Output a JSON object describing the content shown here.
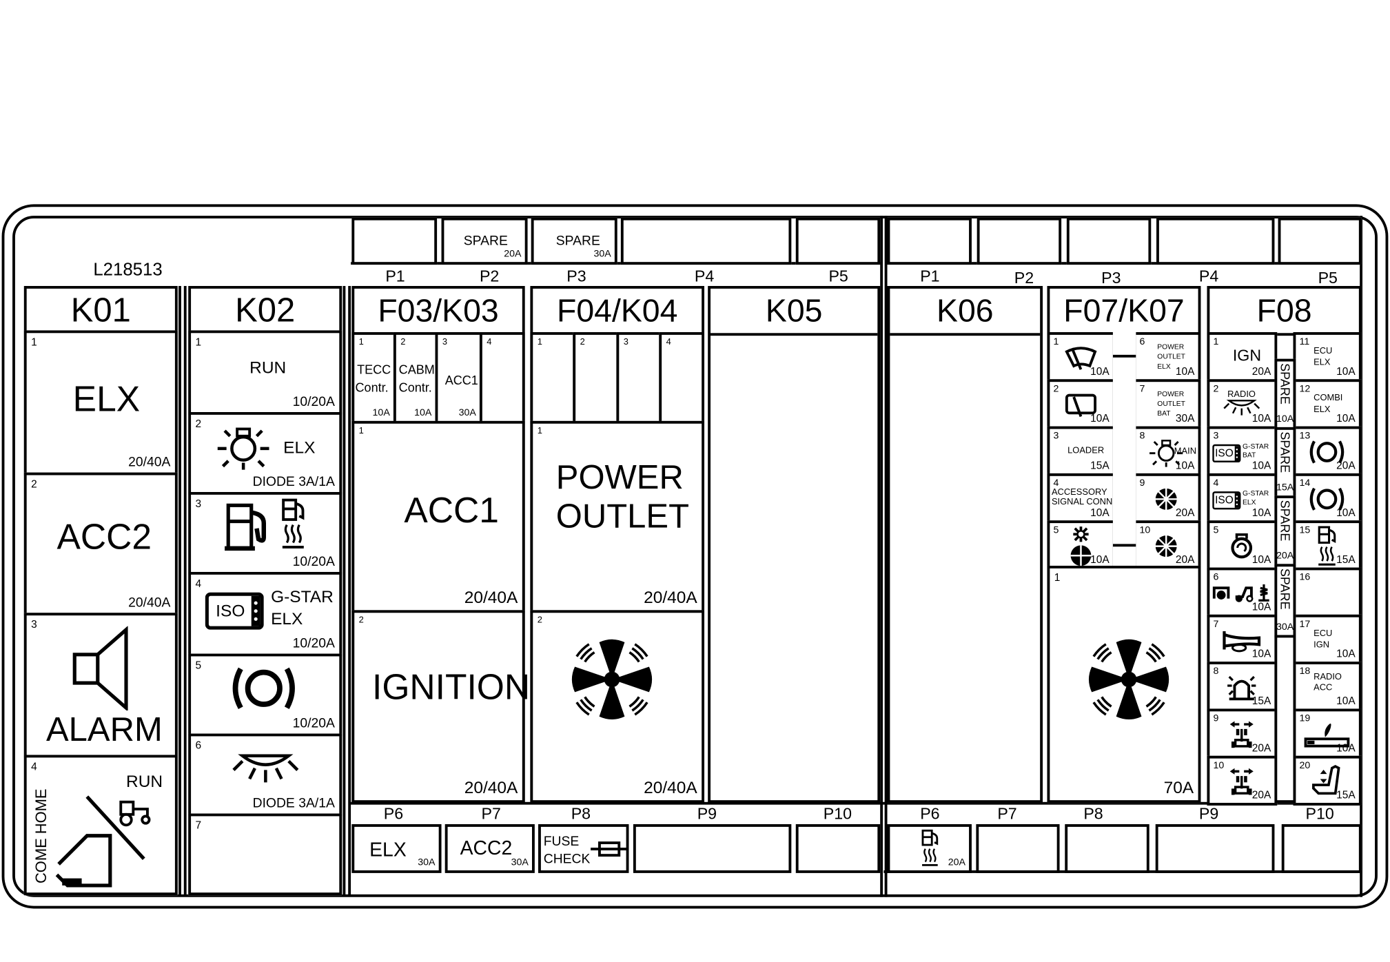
{
  "part_number": "L218513",
  "k01": {
    "label": "K01",
    "relays": [
      {
        "num": "1",
        "name": "ELX",
        "rating": "20/40A"
      },
      {
        "num": "2",
        "name": "ACC2",
        "rating": "20/40A"
      },
      {
        "num": "3",
        "name": "ALARM",
        "icon": "speaker-icon"
      },
      {
        "num": "4",
        "name": "RUN",
        "side_label": "COME HOME",
        "icon": "come-home-icon"
      }
    ]
  },
  "k02": {
    "label": "K02",
    "slots": [
      {
        "num": "1",
        "name": "RUN",
        "rating": "10/20A"
      },
      {
        "num": "2",
        "name": "ELX",
        "rating": "DIODE 3A/1A",
        "icon": "work-light-icon"
      },
      {
        "num": "3",
        "rating": "10/20A",
        "icon": "fuel-pump-icon"
      },
      {
        "num": "4",
        "iso": "ISO",
        "name1": "G-STAR",
        "name2": "ELX",
        "rating": "10/20A"
      },
      {
        "num": "5",
        "rating": "10/20A",
        "icon": "brake-icon"
      },
      {
        "num": "6",
        "rating": "DIODE 3A/1A",
        "icon": "dome-light-icon"
      },
      {
        "num": "7"
      }
    ]
  },
  "middle": {
    "top_ports": [
      {
        "label": "P1"
      },
      {
        "label": "P2",
        "name": "SPARE",
        "rating": "20A"
      },
      {
        "label": "P3",
        "name": "SPARE",
        "rating": "30A"
      },
      {
        "label": "P4"
      },
      {
        "label": "P5"
      }
    ],
    "f03": {
      "label": "F03/K03",
      "fuses": [
        {
          "num": "1",
          "l1": "TECC",
          "l2": "Contr.",
          "rating": "10A"
        },
        {
          "num": "2",
          "l1": "CABM",
          "l2": "Contr.",
          "rating": "10A"
        },
        {
          "num": "3",
          "l1": "ACC1",
          "rating": "30A"
        },
        {
          "num": "4"
        }
      ],
      "relays": [
        {
          "num": "1",
          "name": "ACC1",
          "rating": "20/40A"
        },
        {
          "num": "2",
          "name": "IGNITION",
          "rating": "20/40A"
        }
      ]
    },
    "f04": {
      "label": "F04/K04",
      "fuses": [
        {
          "num": "1"
        },
        {
          "num": "2"
        },
        {
          "num": "3"
        },
        {
          "num": "4"
        }
      ],
      "relays": [
        {
          "num": "1",
          "l1": "POWER",
          "l2": "OUTLET",
          "rating": "20/40A"
        },
        {
          "num": "2",
          "rating": "20/40A",
          "icon": "fan-icon"
        }
      ]
    },
    "k05": {
      "label": "K05"
    },
    "bottom_ports": [
      {
        "label": "P6",
        "name": "ELX",
        "rating": "30A"
      },
      {
        "label": "P7",
        "name": "ACC2",
        "rating": "30A"
      },
      {
        "label": "P8",
        "l1": "FUSE",
        "l2": "CHECK"
      },
      {
        "label": "P9"
      },
      {
        "label": "P10"
      }
    ]
  },
  "right": {
    "top_ports": [
      {
        "label": "P1"
      },
      {
        "label": "P2"
      },
      {
        "label": "P3"
      },
      {
        "label": "P4"
      },
      {
        "label": "P5"
      }
    ],
    "k06": {
      "label": "K06"
    },
    "f07": {
      "label": "F07/K07",
      "fuses": [
        {
          "num": "1",
          "rating": "10A",
          "icon": "front-wiper"
        },
        {
          "num": "2",
          "rating": "10A",
          "icon": "rear-wiper"
        },
        {
          "num": "3",
          "l1": "LOADER",
          "rating": "15A"
        },
        {
          "num": "4",
          "l1": "ACCESSORY",
          "l2": "SIGNAL CONN",
          "rating": "10A"
        },
        {
          "num": "5",
          "rating": "10A",
          "icon": "ac-fan"
        },
        {
          "num": "6",
          "l1": "POWER",
          "l2": "OUTLET",
          "l3": "ELX",
          "rating": "10A"
        },
        {
          "num": "7",
          "l1": "POWER",
          "l2": "OUTLET",
          "l3": "BAT",
          "rating": "30A"
        },
        {
          "num": "8",
          "l1": "MAIN",
          "rating": "10A",
          "icon": "work-light"
        },
        {
          "num": "9",
          "rating": "20A",
          "icon": "blower"
        },
        {
          "num": "10",
          "rating": "20A",
          "icon": "blower"
        }
      ],
      "relay": {
        "num": "1",
        "rating": "70A",
        "icon": "fan"
      }
    },
    "f08": {
      "label": "F08",
      "fuses": [
        {
          "num": "1",
          "l1": "IGN",
          "rating": "20A"
        },
        {
          "num": "2",
          "l1": "RADIO",
          "rating": "10A",
          "icon": "dome-light"
        },
        {
          "num": "3",
          "iso": "ISO",
          "l1": "G-STAR",
          "l2": "BAT",
          "rating": "10A"
        },
        {
          "num": "4",
          "iso": "ISO",
          "l1": "G-STAR",
          "l2": "ELX",
          "rating": "10A"
        },
        {
          "num": "5",
          "rating": "10A",
          "icon": "compressor"
        },
        {
          "num": "6",
          "rating": "10A",
          "icon": "pto"
        },
        {
          "num": "7",
          "rating": "10A",
          "icon": "horn"
        },
        {
          "num": "8",
          "rating": "15A",
          "icon": "beacon"
        },
        {
          "num": "9",
          "rating": "20A",
          "icon": "steering"
        },
        {
          "num": "10",
          "rating": "20A",
          "icon": "steering"
        },
        {
          "num": "11",
          "l1": "ECU",
          "l2": "ELX",
          "rating": "10A"
        },
        {
          "num": "12",
          "l1": "COMBI",
          "l2": "ELX",
          "rating": "10A"
        },
        {
          "num": "13",
          "rating": "20A",
          "icon": "brake"
        },
        {
          "num": "14",
          "rating": "10A",
          "icon": "brake"
        },
        {
          "num": "15",
          "rating": "15A",
          "icon": "fuel-heat"
        },
        {
          "num": "16"
        },
        {
          "num": "17",
          "l1": "ECU",
          "l2": "IGN",
          "rating": "10A"
        },
        {
          "num": "18",
          "l1": "RADIO",
          "l2": "ACC",
          "rating": "10A"
        },
        {
          "num": "19",
          "rating": "10A",
          "icon": "cigarette"
        },
        {
          "num": "20",
          "rating": "15A",
          "icon": "seat"
        }
      ],
      "spares": [
        {
          "name": "SPARE",
          "rating": "10A"
        },
        {
          "name": "SPARE",
          "rating": "15A"
        },
        {
          "name": "SPARE",
          "rating": "20A"
        },
        {
          "name": "SPARE",
          "rating": "30A"
        }
      ]
    },
    "bottom_ports": [
      {
        "label": "P6",
        "rating": "20A",
        "icon": "fuel-heat"
      },
      {
        "label": "P7"
      },
      {
        "label": "P8"
      },
      {
        "label": "P9"
      },
      {
        "label": "P10"
      }
    ]
  }
}
